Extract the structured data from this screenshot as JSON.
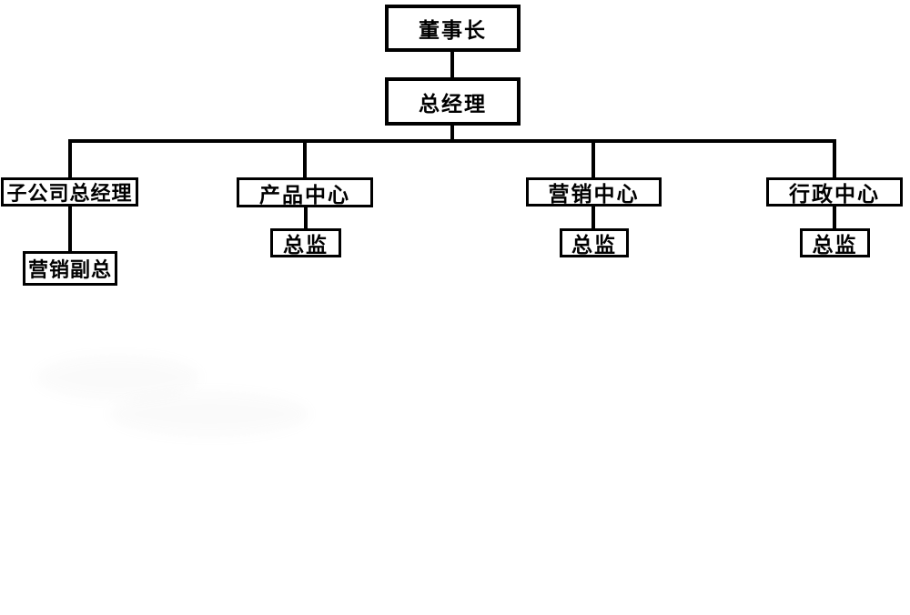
{
  "page": {
    "background_color": "#ffffff",
    "line_color": "#000000"
  },
  "org_chart": {
    "type": "org-tree",
    "root": {
      "label": "董事长"
    },
    "level2": {
      "label": "总经理"
    },
    "branches": [
      {
        "label": "子公司总经理",
        "child_label": "营销副总"
      },
      {
        "label": "产品中心",
        "child_label": "总监"
      },
      {
        "label": "营销中心",
        "child_label": "总监"
      },
      {
        "label": "行政中心",
        "child_label": "总监"
      }
    ]
  }
}
